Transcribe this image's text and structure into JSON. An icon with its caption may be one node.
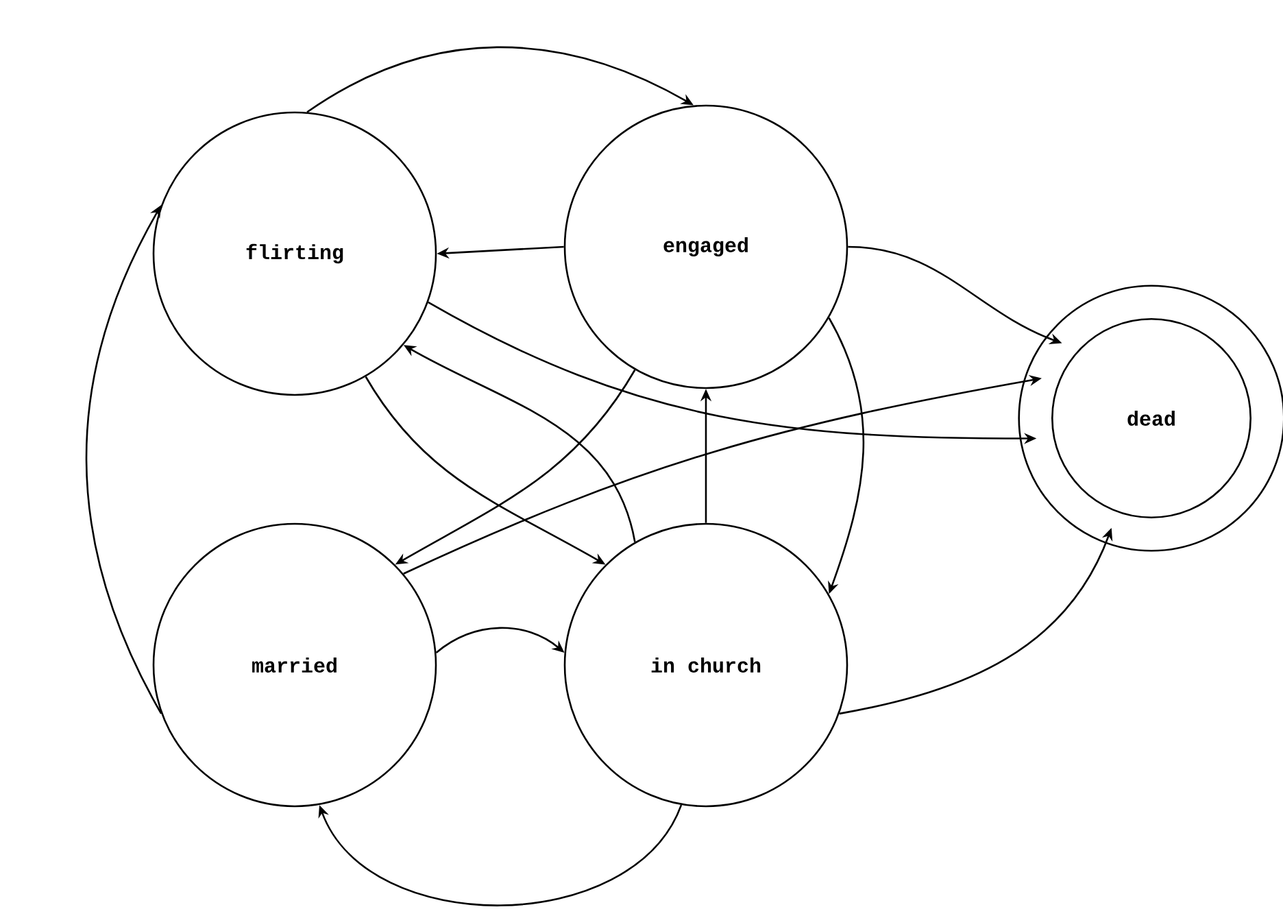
{
  "diagram": {
    "nodes": [
      {
        "text": [
          "flirting"
        ]
      },
      {
        "text": [
          "engaged"
        ]
      },
      {
        "text": [
          "dead"
        ]
      },
      {
        "text": [
          "married"
        ]
      },
      {
        "text": [
          "in church"
        ]
      }
    ],
    "edges": [
      {
        "from": 0,
        "to": 1,
        "arrow": "to"
      },
      {
        "from": 1,
        "to": 0,
        "arrow": "to"
      },
      {
        "from": 1,
        "to": 2,
        "arrow": "to"
      },
      {
        "from": 1,
        "to": 4,
        "arrow": "to"
      },
      {
        "from": 0,
        "to": 2,
        "arrow": "to"
      },
      {
        "from": 3,
        "to": 2,
        "arrow": "to"
      },
      {
        "from": 4,
        "to": 1,
        "arrow": "to"
      },
      {
        "from": 1,
        "to": 3,
        "arrow": "to"
      },
      {
        "from": 0,
        "to": 4,
        "arrow": "to"
      },
      {
        "from": 4,
        "to": 0,
        "arrow": "to"
      },
      {
        "from": 3,
        "to": 4,
        "arrow": "to"
      },
      {
        "from": 4,
        "to": 2,
        "arrow": "to"
      },
      {
        "from": 4,
        "to": 3,
        "arrow": "to"
      },
      {
        "from": 3,
        "to": 0,
        "arrow": "to"
      }
    ]
  }
}
